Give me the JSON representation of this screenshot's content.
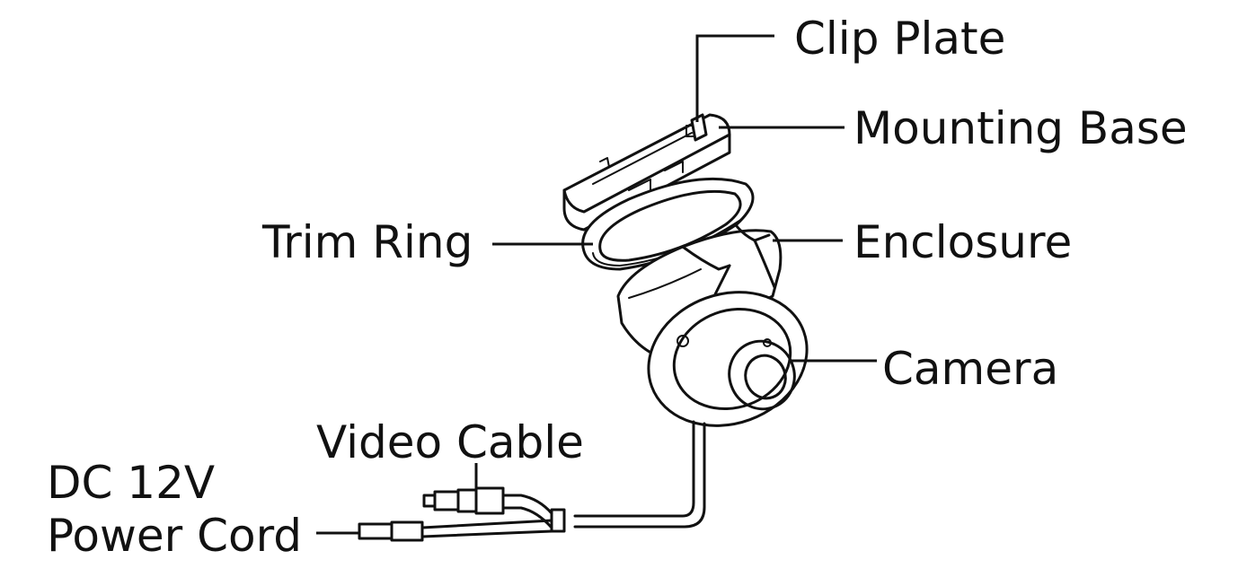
{
  "labels": {
    "clip_plate": "Clip Plate",
    "mounting_base": "Mounting Base",
    "trim_ring": "Trim Ring",
    "enclosure": "Enclosure",
    "camera": "Camera",
    "video_cable": "Video Cable",
    "dc_12v": "DC 12V",
    "power_cord": "Power Cord"
  },
  "colors": {
    "line": "#111111",
    "background": "#ffffff"
  }
}
